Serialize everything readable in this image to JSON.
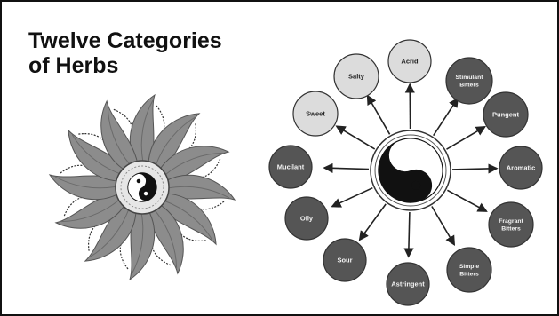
{
  "title": {
    "line1": "Twelve Categories",
    "line2": "of Herbs"
  },
  "wheel": {
    "categories": [
      "Acrid",
      "Stimulant Bitters",
      "Pungent",
      "Aromatic",
      "Fragrant Bitters",
      "Simple Bitters",
      "Astringent",
      "Sour",
      "Oily",
      "Mucilant",
      "Sweet",
      "Salty"
    ]
  },
  "colors": {
    "frame": "#111111",
    "light_circle": "#dcdcdc",
    "dark_circle": "#555555",
    "petal": "#8c8c8c",
    "petal_vein": "#6a6a6a",
    "arrow": "#222222"
  },
  "icons": {
    "left": "lotus-yin-yang-icon",
    "right": "yin-yang-icon"
  }
}
